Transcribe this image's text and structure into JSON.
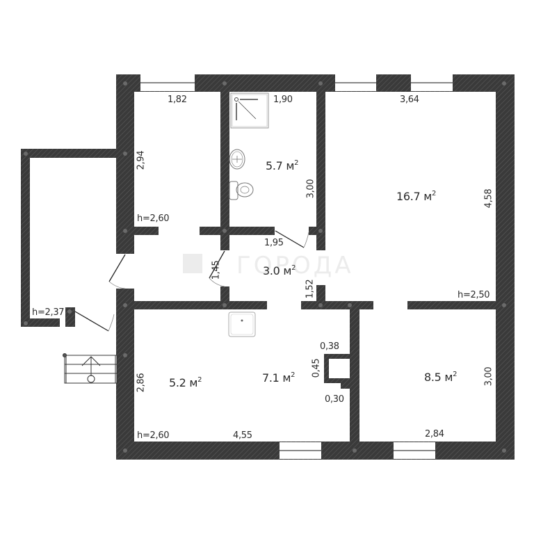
{
  "colors": {
    "wall": "#3a3a3a",
    "wall_hatch": "#555555",
    "background": "#ffffff",
    "text": "#2a2a2a",
    "watermark": "#ececec"
  },
  "watermark": {
    "text": "ГОРОДА"
  },
  "rooms": [
    {
      "id": "bathroom",
      "area": "5.7 м",
      "sup": "2"
    },
    {
      "id": "living-room",
      "area": "16.7 м",
      "sup": "2"
    },
    {
      "id": "hallway",
      "area": "3.0 м",
      "sup": "2"
    },
    {
      "id": "room-left",
      "area": "5.2 м",
      "sup": "2"
    },
    {
      "id": "kitchen",
      "area": "7.1 м",
      "sup": "2"
    },
    {
      "id": "bedroom",
      "area": "8.5 м",
      "sup": "2"
    }
  ],
  "dimensions": {
    "top_left_room_width": "1,82",
    "bathroom_width": "1,90",
    "living_width": "3,64",
    "top_left_room_depth": "2,94",
    "bathroom_depth": "3,00",
    "living_depth": "4,58",
    "hall_width": "1,95",
    "hall_door": "1,45",
    "hall_depth": "1,52",
    "bottom_left_depth": "2,86",
    "kitchen_width": "4,55",
    "chimney_width": "0,38",
    "chimney_depth": "0,45",
    "chimney_offset": "0,30",
    "bedroom_depth": "3,00",
    "bedroom_width": "2,84"
  },
  "heights": {
    "top_left": "h=2,60",
    "living": "h=2,50",
    "porch": "h=2,37",
    "bottom_left": "h=2,60"
  },
  "fixtures": [
    "shower-cabin",
    "washbasin",
    "toilet",
    "kitchen-sink",
    "entry-stairs"
  ]
}
